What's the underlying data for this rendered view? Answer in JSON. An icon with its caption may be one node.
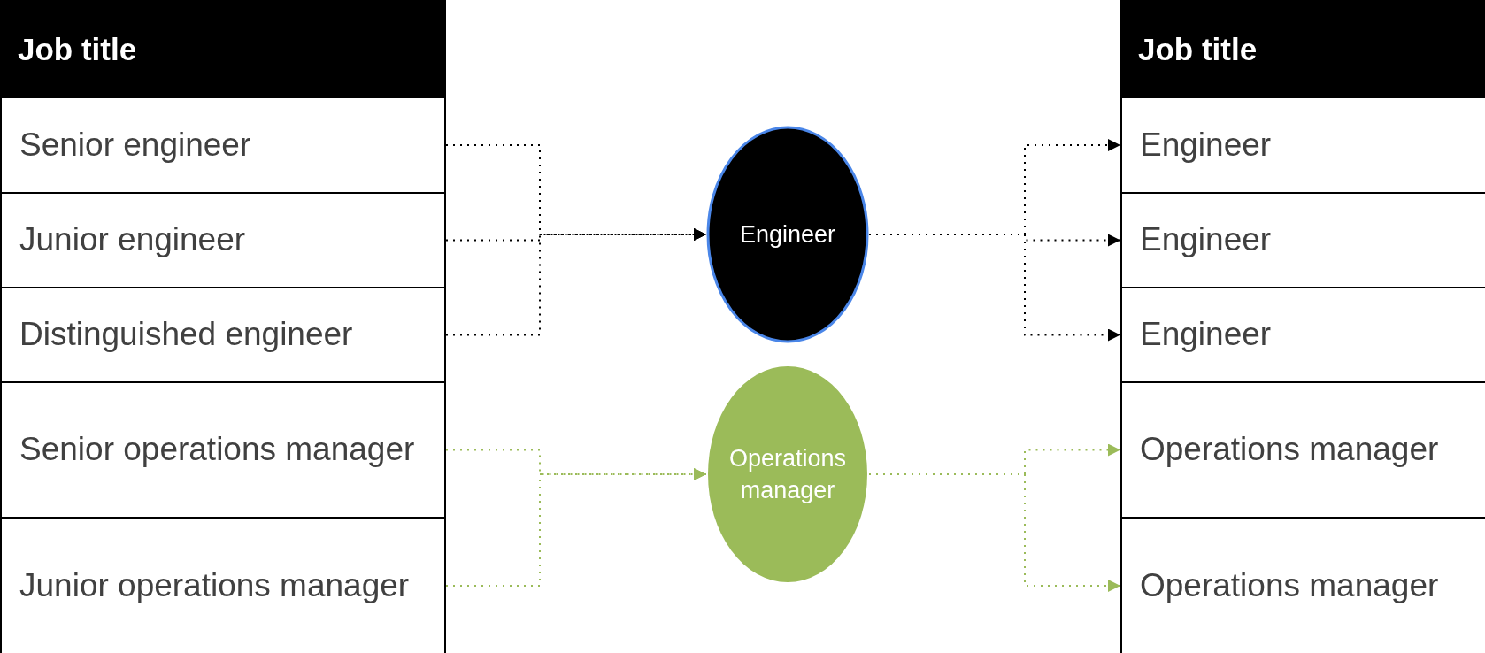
{
  "diagram": {
    "nodes": [
      {
        "text": [
          "Job title"
        ]
      },
      {
        "text": [
          "Senior engineer"
        ]
      },
      {
        "text": [
          "Junior engineer"
        ]
      },
      {
        "text": [
          "Distinguished engineer"
        ]
      },
      {
        "text": [
          "Senior operations manager"
        ]
      },
      {
        "text": [
          "Junior operations manager"
        ]
      },
      {
        "text": [
          "Engineer"
        ]
      },
      {
        "text": [
          "Operations manager"
        ]
      },
      {
        "text": [
          "Job title"
        ]
      },
      {
        "text": [
          "Engineer"
        ]
      },
      {
        "text": [
          "Engineer"
        ]
      },
      {
        "text": [
          "Engineer"
        ]
      },
      {
        "text": [
          "Operations manager"
        ]
      },
      {
        "text": [
          "Operations manager"
        ]
      }
    ],
    "edges": [
      {
        "from": 1,
        "to": 6,
        "arrow": "to",
        "style": "dashed"
      },
      {
        "from": 2,
        "to": 6,
        "arrow": "to",
        "style": "dashed"
      },
      {
        "from": 3,
        "to": 6,
        "arrow": "to",
        "style": "dashed"
      },
      {
        "from": 6,
        "to": 9,
        "arrow": "to",
        "style": "dashed"
      },
      {
        "from": 6,
        "to": 10,
        "arrow": "to",
        "style": "dashed"
      },
      {
        "from": 6,
        "to": 11,
        "arrow": "to",
        "style": "dashed"
      },
      {
        "from": 4,
        "to": 7,
        "arrow": "to",
        "style": "dashed",
        "color": "#9bbb59"
      },
      {
        "from": 5,
        "to": 7,
        "arrow": "to",
        "style": "dashed",
        "color": "#9bbb59"
      },
      {
        "from": 7,
        "to": 12,
        "arrow": "to",
        "style": "dashed",
        "color": "#9bbb59"
      },
      {
        "from": 7,
        "to": 13,
        "arrow": "to",
        "style": "dashed",
        "color": "#9bbb59"
      }
    ]
  }
}
